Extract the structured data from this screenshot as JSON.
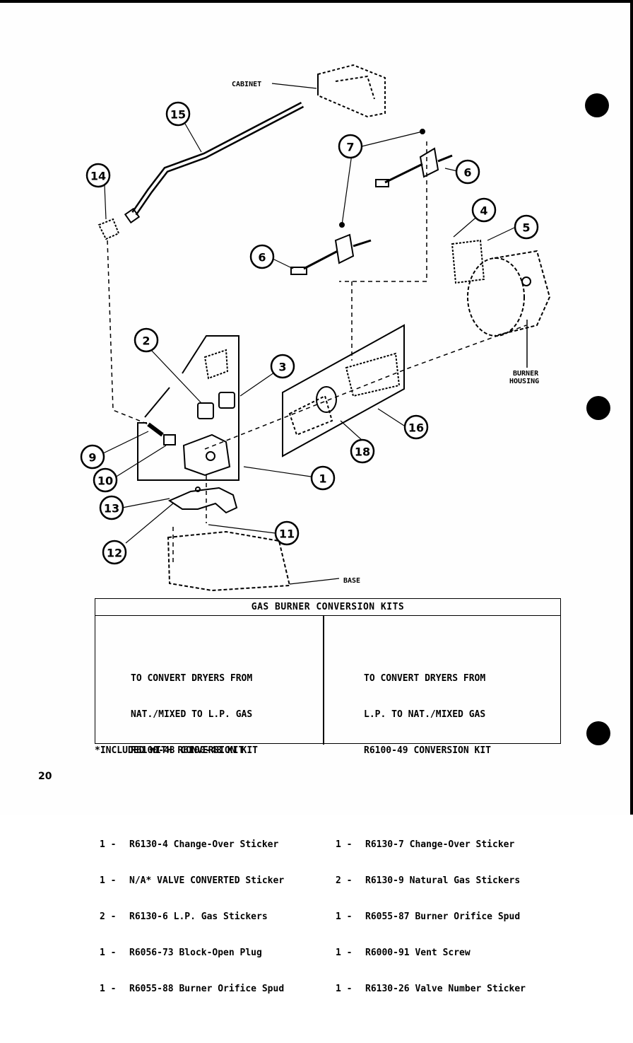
{
  "diagram": {
    "labels": {
      "cabinet": "CABINET",
      "burner_housing_line1": "BURNER",
      "burner_housing_line2": "HOUSING",
      "base": "BASE"
    },
    "callouts": [
      "1",
      "2",
      "3",
      "4",
      "5",
      "6",
      "6",
      "7",
      "9",
      "10",
      "11",
      "12",
      "13",
      "14",
      "15",
      "16",
      "18"
    ]
  },
  "kit_table": {
    "title": "GAS BURNER CONVERSION KITS",
    "left": {
      "heading": [
        "TO CONVERT DRYERS FROM",
        "NAT./MIXED TO L.P. GAS",
        "R6100-48 CONVERSION KIT"
      ],
      "items": [
        {
          "qty": "1 -",
          "desc": "R6130-4 Change-Over Sticker"
        },
        {
          "qty": "1 -",
          "desc": "N/A* VALVE CONVERTED Sticker"
        },
        {
          "qty": "2 -",
          "desc": "R6130-6 L.P. Gas Stickers"
        },
        {
          "qty": "1 -",
          "desc": "R6056-73 Block-Open Plug"
        },
        {
          "qty": "1 -",
          "desc": "R6055-88 Burner Orifice Spud"
        }
      ]
    },
    "right": {
      "heading": [
        "TO CONVERT DRYERS FROM",
        "L.P. TO NAT./MIXED GAS",
        "R6100-49 CONVERSION KIT"
      ],
      "items": [
        {
          "qty": "1 -",
          "desc": "R6130-7 Change-Over Sticker"
        },
        {
          "qty": "2 -",
          "desc": "R6130-9 Natural Gas Stickers"
        },
        {
          "qty": "1 -",
          "desc": "R6055-87 Burner Orifice Spud"
        },
        {
          "qty": "1 -",
          "desc": "R6000-91 Vent Screw"
        },
        {
          "qty": "1 -",
          "desc": "R6130-26 Valve Number Sticker"
        }
      ]
    }
  },
  "footnote": "*INCLUDED WITH R6100-48 KIT",
  "page_number": "20"
}
